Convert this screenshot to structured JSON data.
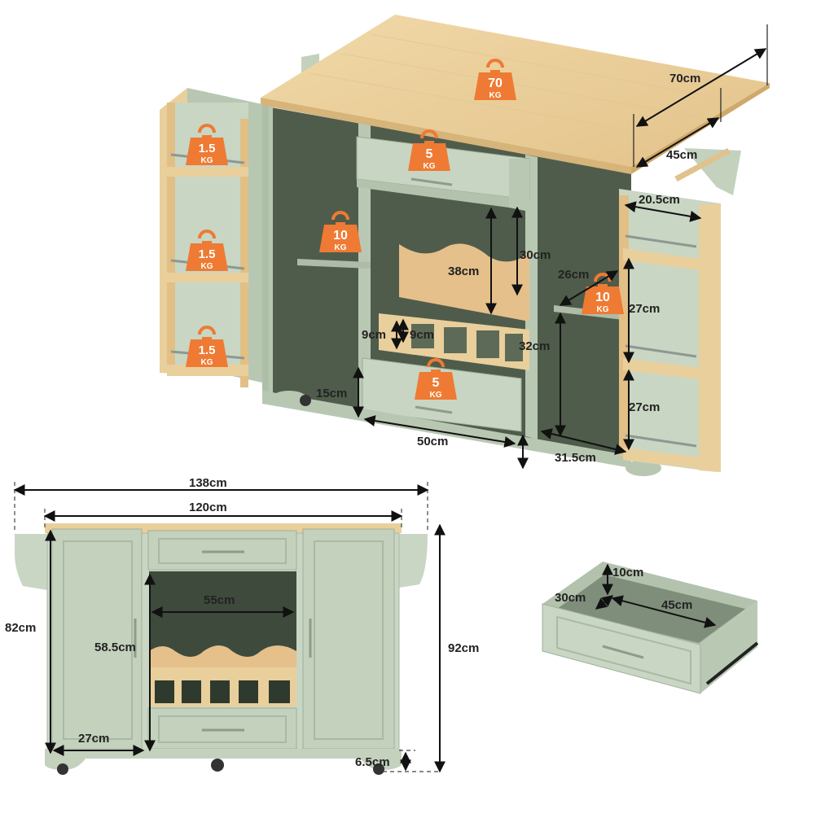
{
  "weights": {
    "top": {
      "value": "70",
      "unit": "KG"
    },
    "drawer_top": {
      "value": "5",
      "unit": "KG"
    },
    "drawer_bottom": {
      "value": "5",
      "unit": "KG"
    },
    "left_shelf": {
      "value": "10",
      "unit": "KG"
    },
    "right_shelf": {
      "value": "10",
      "unit": "KG"
    },
    "spice_1": {
      "value": "1.5",
      "unit": "KG"
    },
    "spice_2": {
      "value": "1.5",
      "unit": "KG"
    },
    "spice_3": {
      "value": "1.5",
      "unit": "KG"
    }
  },
  "dimensions": {
    "top_depth": "70cm",
    "flap_width": "45cm",
    "rack_width": "20.5cm",
    "wine_height": "30cm",
    "wine_width": "38cm",
    "shelf_depth": "26cm",
    "rack_gap_1": "27cm",
    "rack_gap_2": "27cm",
    "cubby_h": "9cm",
    "cubby_w": "9cm",
    "inner_height": "32cm",
    "drawer_height": "15cm",
    "drawer_width": "50cm",
    "cabinet_depth": "31.5cm",
    "total_width": "138cm",
    "body_width": "120cm",
    "wine_area_width": "55cm",
    "wine_area_height": "58.5cm",
    "door_width": "27cm",
    "body_height": "82cm",
    "total_height": "92cm",
    "wheel_height": "6.5cm",
    "drawer_d_height": "10cm",
    "drawer_d_depth": "30cm",
    "drawer_d_width": "45cm"
  },
  "colors": {
    "sage": "#c9d6c4",
    "sage_dark": "#a9b9a3",
    "wood": "#e9cf9c",
    "wood_dark": "#d2a96b",
    "badge": "#ef7a33",
    "interior": "#6f7d6b"
  }
}
